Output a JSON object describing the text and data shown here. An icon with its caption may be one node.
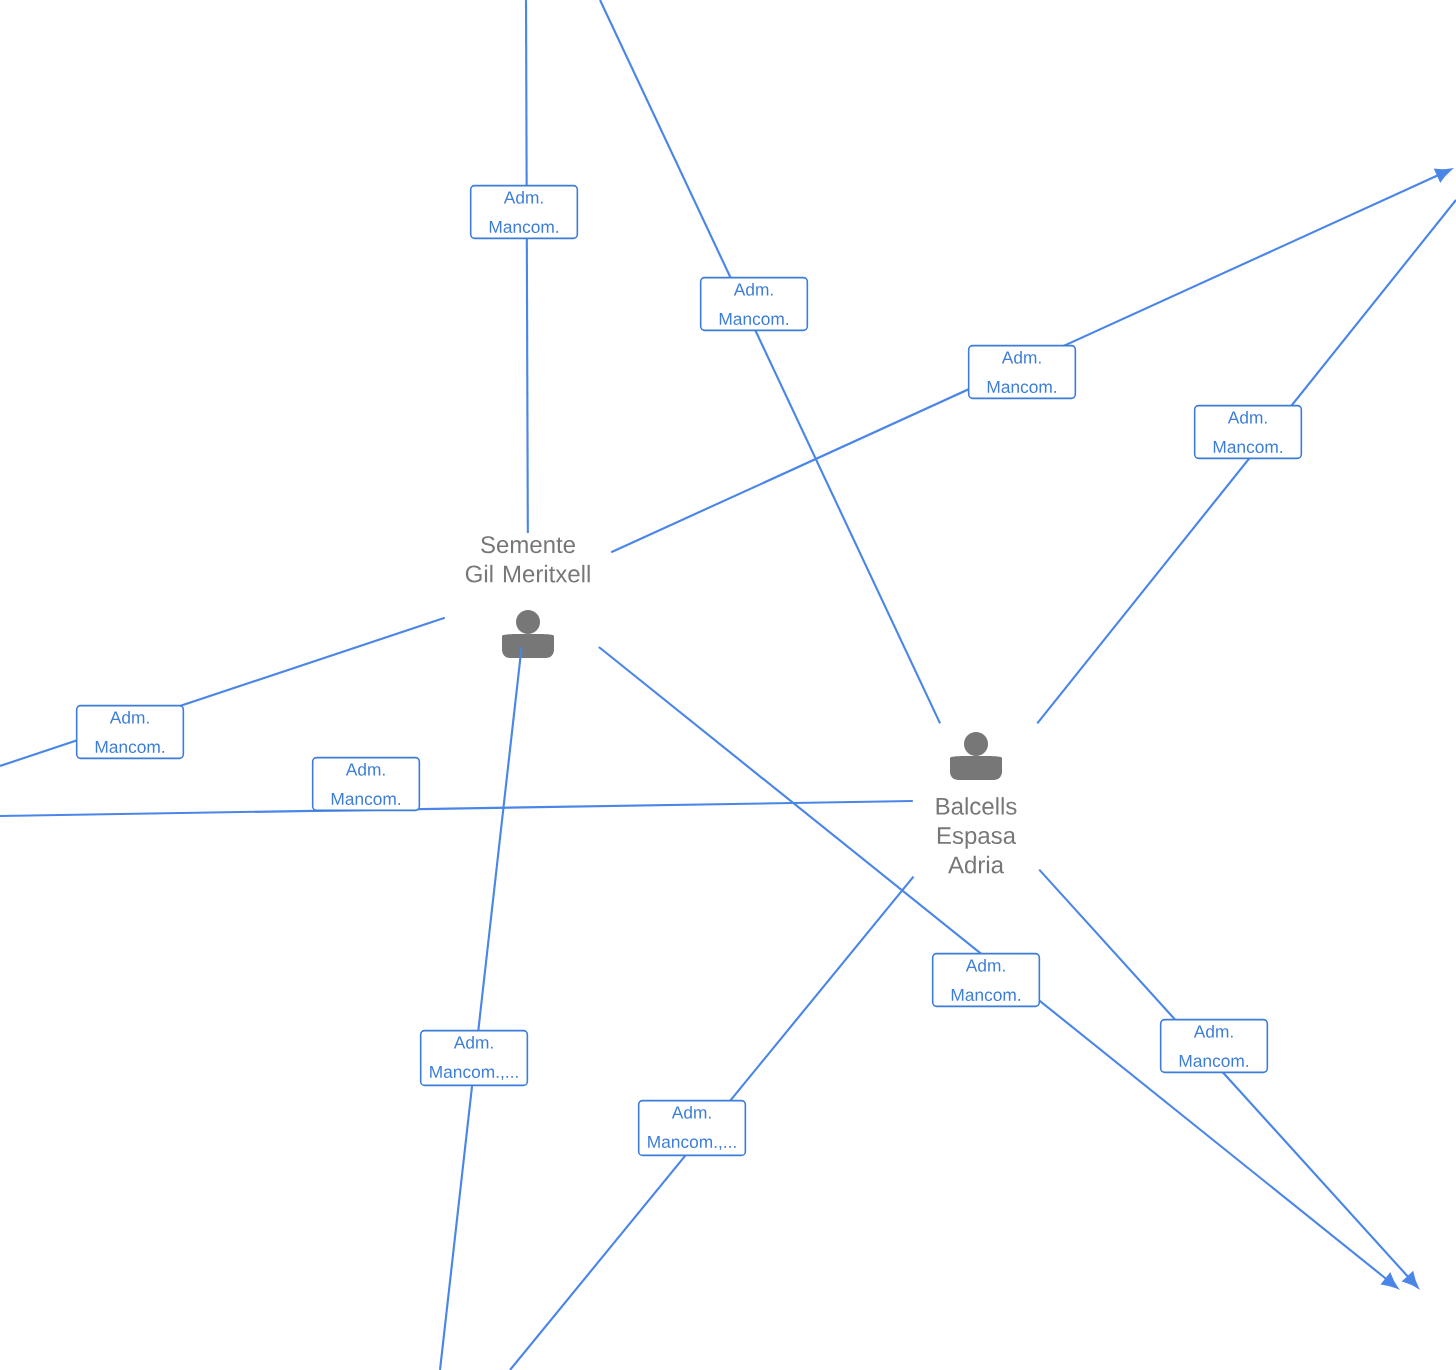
{
  "diagram": {
    "nodes": [
      {
        "text": [
          "Semente Gil Meritxell"
        ]
      },
      {
        "text": [
          "Balcells Espasa Adria"
        ]
      }
    ],
    "edges": [
      {
        "from": 0,
        "to": null,
        "arrow": "none",
        "label": "Adm. Mancom."
      },
      {
        "from": 1,
        "to": null,
        "arrow": "none",
        "label": "Adm. Mancom."
      },
      {
        "from": 0,
        "to": null,
        "arrow": "to",
        "label": "Adm. Mancom."
      },
      {
        "from": 1,
        "to": null,
        "arrow": "none",
        "label": "Adm. Mancom."
      },
      {
        "from": 0,
        "to": null,
        "arrow": "none",
        "label": "Adm. Mancom."
      },
      {
        "from": 1,
        "to": null,
        "arrow": "none",
        "label": "Adm. Mancom."
      },
      {
        "from": 0,
        "to": null,
        "arrow": "none",
        "label": "Adm. Mancom.,..."
      },
      {
        "from": 1,
        "to": null,
        "arrow": "none",
        "label": "Adm. Mancom.,..."
      },
      {
        "from": 0,
        "to": null,
        "arrow": "to",
        "label": "Adm. Mancom."
      },
      {
        "from": 1,
        "to": null,
        "arrow": "to",
        "label": "Adm. Mancom."
      }
    ]
  }
}
